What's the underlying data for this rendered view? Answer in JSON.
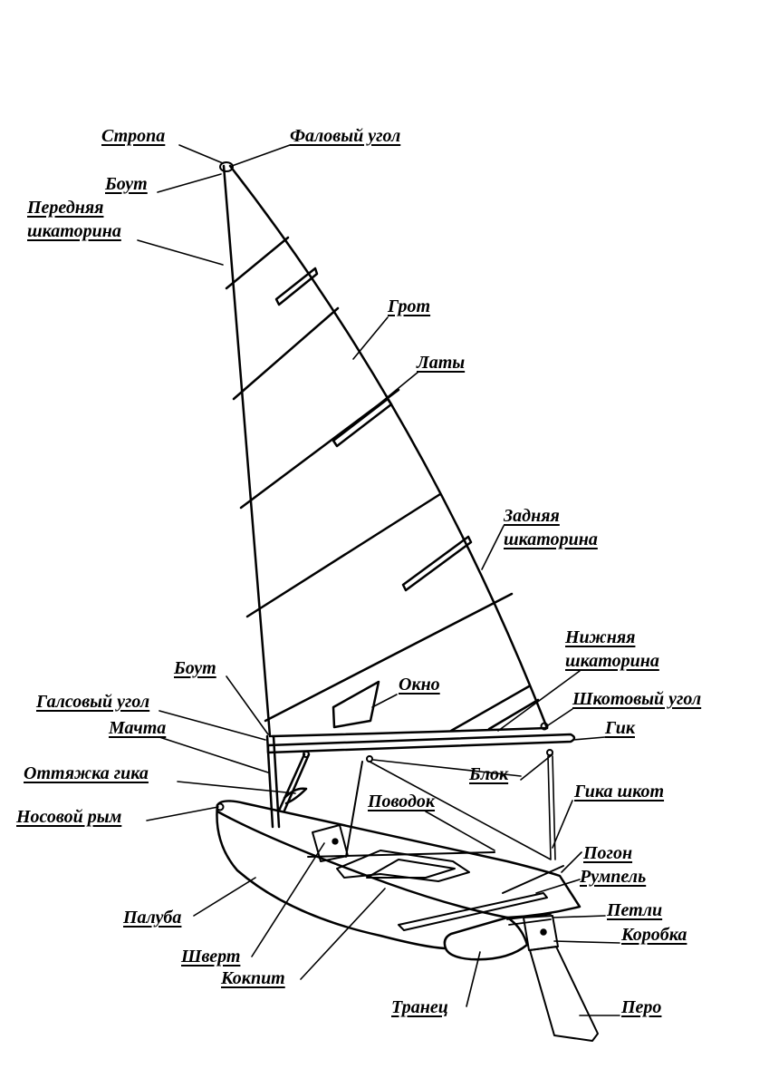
{
  "diagram": {
    "labels": {
      "stropa": "Стропа",
      "falovy_ugol": "Фаловый угол",
      "bout_top": "Боут",
      "perednyaya_line1": "Передняя",
      "perednyaya_line2": "шкаторина",
      "grot": "Грот",
      "laty": "Латы",
      "zadnyaya_line1": "Задняя",
      "zadnyaya_line2": "шкаторина",
      "nizhnyaya_line1": "Нижняя",
      "nizhnyaya_line2": "шкаторина",
      "bout_bottom": "Боут",
      "okno": "Окно",
      "galsovy_ugol": "Галсовый угол",
      "shkotovy_ugol": "Шкотовый угол",
      "machta": "Мачта",
      "gik": "Гик",
      "ottyazhka_gika": "Оттяжка гика",
      "blok": "Блок",
      "gika_shkot": "Гика шкот",
      "nosovoy_rym": "Носовой рым",
      "povodok": "Поводок",
      "pogon": "Погон",
      "rumpel": "Румпель",
      "petli": "Петли",
      "korobka": "Коробка",
      "paluba": "Палуба",
      "shvert": "Шверт",
      "kokpit": "Кокпит",
      "tranets": "Транец",
      "pero": "Перо"
    }
  }
}
